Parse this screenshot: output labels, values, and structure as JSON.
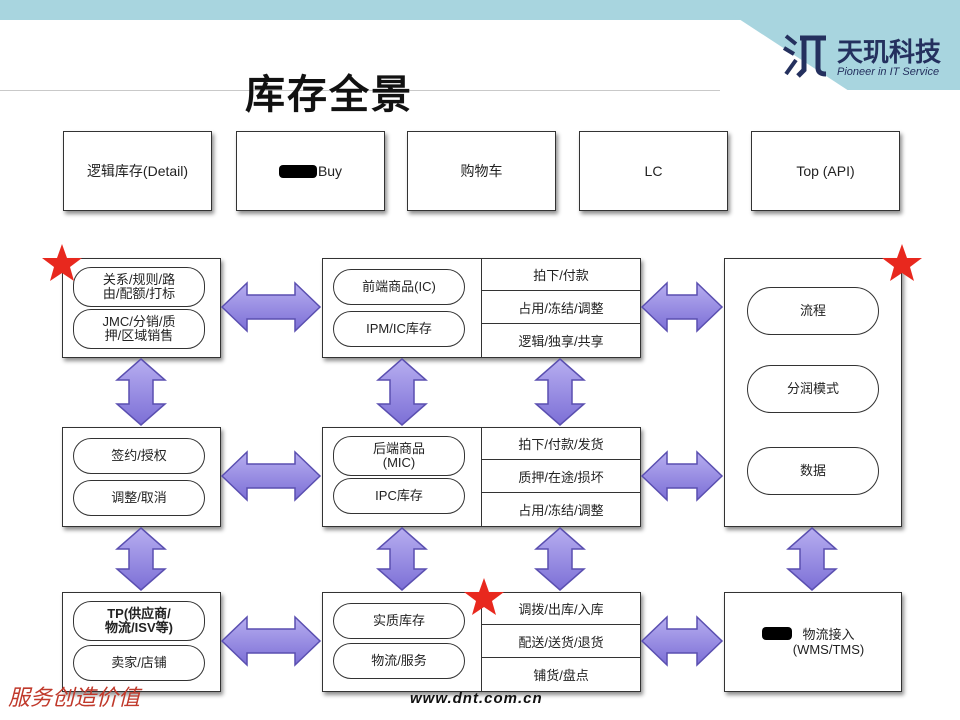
{
  "header": {
    "title": "库存全景"
  },
  "logo": {
    "name": "天玑科技",
    "tagline": "Pioneer in IT Service"
  },
  "top_row": [
    "逻辑库存(Detail)",
    "Buy",
    "购物车",
    "LC",
    "Top (API)"
  ],
  "left_column": {
    "row1": [
      "关系/规则/路\n由/配额/打标",
      "JMC/分销/质\n押/区域销售"
    ],
    "row2": [
      "签约/授权",
      "调整/取消"
    ],
    "row3": [
      "TP(供应商/\n物流/ISV等)",
      "卖家/店铺"
    ]
  },
  "middle_column": {
    "row1": {
      "pills": [
        "前端商品(IC)",
        "IPM/IC库存"
      ],
      "cells": [
        "拍下/付款",
        "占用/冻结/调整",
        "逻辑/独享/共享"
      ]
    },
    "row2": {
      "pills": [
        "后端商品\n(MIC)",
        "IPC库存"
      ],
      "cells": [
        "拍下/付款/发货",
        "质押/在途/损坏",
        "占用/冻结/调整"
      ]
    },
    "row3": {
      "pills": [
        "实质库存",
        "物流/服务"
      ],
      "cells": [
        "调拨/出库/入库",
        "配送/送货/退货",
        "铺货/盘点"
      ]
    }
  },
  "right_column": {
    "panel_items": [
      "流程",
      "分润模式",
      "数据"
    ],
    "logistics_label": "物流接入\n(WMS/TMS)"
  },
  "footer": {
    "url": "www.dnt.com.cn",
    "slogan": "服务创造价值"
  },
  "colors": {
    "arrow_fill": "#9b8fe0",
    "arrow_stroke": "#5a4fb0",
    "star": "#e8281e",
    "header_band": "#a8d5df"
  }
}
